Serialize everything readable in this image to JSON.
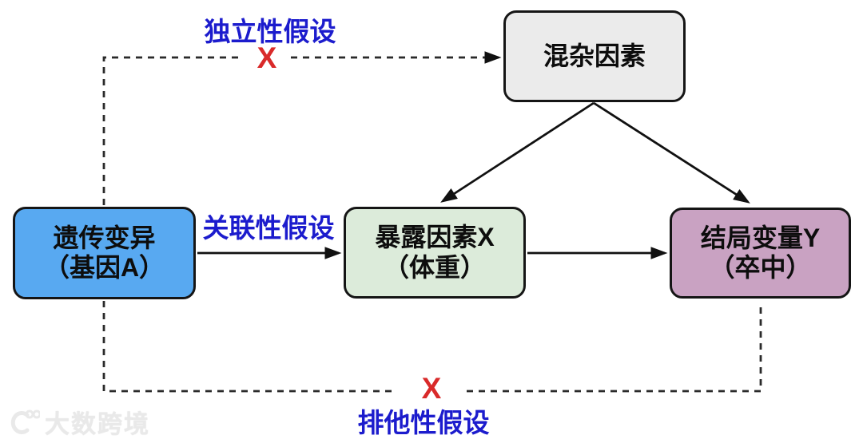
{
  "diagram": {
    "title_hint": "Mendelian randomization assumptions DAG",
    "nodes": {
      "confounder": {
        "line1": "混杂因素"
      },
      "genetic": {
        "line1": "遗传变异",
        "line2": "（基因A）"
      },
      "exposure": {
        "line1": "暴露因素X",
        "line2": "（体重）"
      },
      "outcome": {
        "line1": "结局变量Y",
        "line2": "（卒中）"
      }
    },
    "labels": {
      "independence": "独立性假设",
      "association": "关联性假设",
      "exclusion": "排他性假设",
      "cross_top": "X",
      "cross_bottom": "X"
    },
    "colors": {
      "genetic_fill": "#58a9f1",
      "exposure_fill": "#dcebda",
      "outcome_fill": "#c9a2c2",
      "confounder_fill": "#ebebeb",
      "node_border": "#151515",
      "hypothesis_blue": "#1c1ccd",
      "cross_red": "#d92a2a",
      "wire_black": "#1c1c1c"
    },
    "watermark": "大数跨境"
  }
}
